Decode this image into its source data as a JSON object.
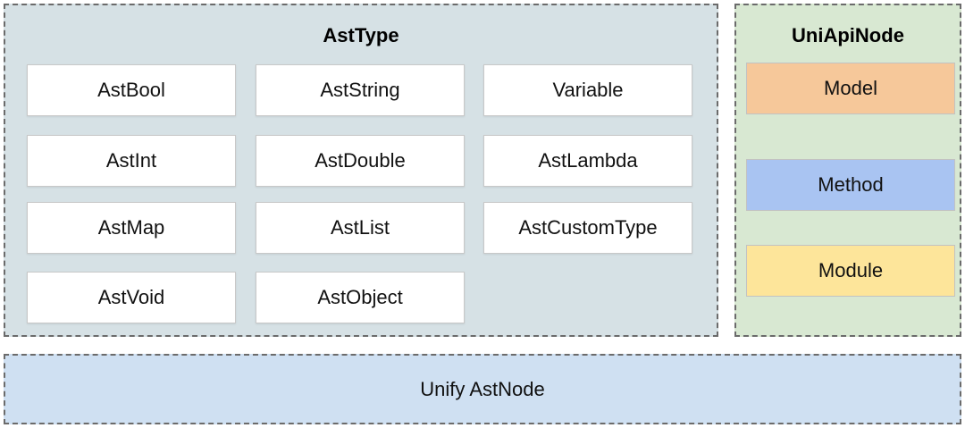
{
  "ast_type": {
    "title": "AstType",
    "items": [
      "AstBool",
      "AstString",
      "Variable",
      "AstInt",
      "AstDouble",
      "AstLambda",
      "AstMap",
      "AstList",
      "AstCustomType",
      "AstVoid",
      "AstObject"
    ]
  },
  "uni_api_node": {
    "title": "UniApiNode",
    "items": [
      {
        "label": "Model",
        "color": "#f6c89a"
      },
      {
        "label": "Method",
        "color": "#a9c4f2"
      },
      {
        "label": "Module",
        "color": "#fde59a"
      }
    ]
  },
  "unify": {
    "label": "Unify AstNode"
  },
  "colors": {
    "ast_type_bg": "#d6e1e5",
    "uni_api_bg": "#d8e8d2",
    "unify_bg": "#cfe0f2"
  }
}
